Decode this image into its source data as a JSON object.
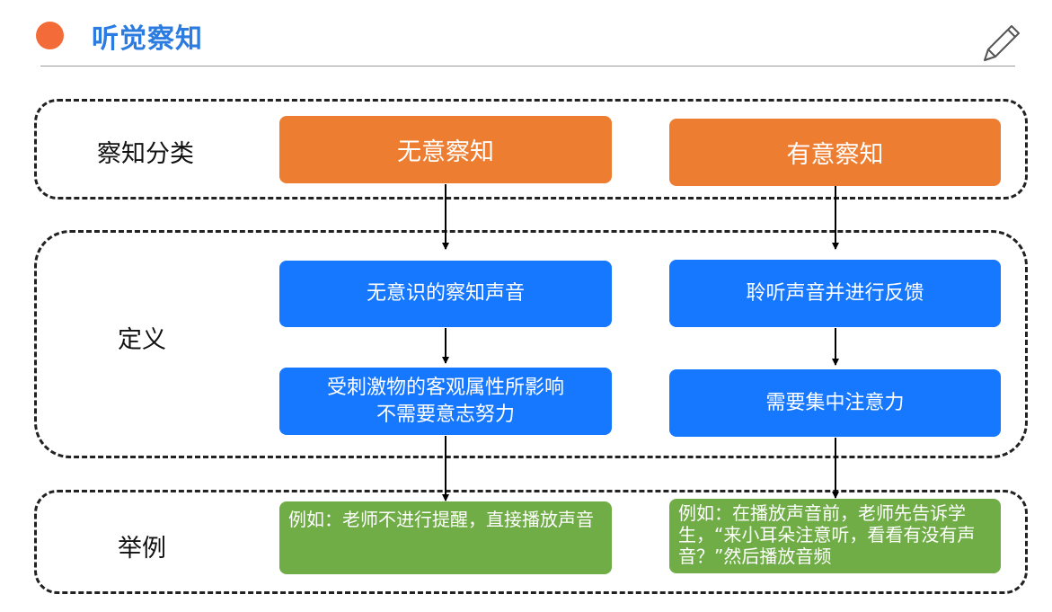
{
  "header": {
    "title": "听觉察知",
    "pen_icon": "pen-icon"
  },
  "rows": {
    "classification": "察知分类",
    "definition": "定义",
    "example": "举例"
  },
  "left": {
    "category": "无意察知",
    "def1": "无意识的察知声音",
    "def2": "受刺激物的客观属性所影响\n不需要意志努力",
    "example": "例如：老师不进行提醒，直接播放声音"
  },
  "right": {
    "category": "有意察知",
    "def1": "聆听声音并进行反馈",
    "def2": "需要集中注意力",
    "example": "例如：在播放声音前，老师先告诉学生，“来小耳朵注意听，看看有没有声音？”然后播放音频"
  },
  "colors": {
    "title": "#2b7be0",
    "dot": "#f46b3a",
    "category_box": "#ed7d31",
    "definition_box": "#1677ff",
    "example_box": "#70ad47"
  }
}
